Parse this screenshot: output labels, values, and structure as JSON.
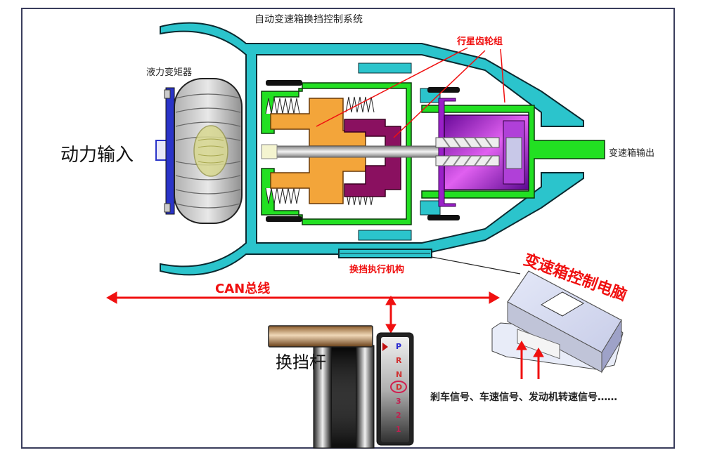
{
  "title": "自动变速箱换挡控制系统",
  "labels": {
    "torque_converter": "液力变矩器",
    "power_input": "动力输入",
    "transmission_output": "变速箱输出",
    "planetary_gear_set": "行星齿轮组",
    "shift_actuator": "换挡执行机构",
    "can_bus": "CAN总线",
    "tcu": "变速箱控制电脑",
    "input_signals": "剎车信号、车速信号、发动机转速信号……",
    "shift_lever": "换挡杆"
  },
  "gear_positions": [
    {
      "letter": "P",
      "color": "#2a2ad0"
    },
    {
      "letter": "R",
      "color": "#d03030"
    },
    {
      "letter": "N",
      "color": "#d03030"
    },
    {
      "letter": "D",
      "color": "#d03030",
      "selected": true
    },
    {
      "letter": "3",
      "color": "#c02050"
    },
    {
      "letter": "2",
      "color": "#c02050"
    },
    {
      "letter": "1",
      "color": "#c02050"
    }
  ],
  "colors": {
    "annotation_red": "#f01010",
    "housing_teal": "#2bc4cc",
    "shaft_green": "#22e022",
    "clutch_orange": "#f3a53a",
    "drum_magenta": "#8a1060",
    "planet_purple": "#9a20c8",
    "torque_converter_blue": "#2a34c8",
    "frame_navy": "#3a3d5c"
  }
}
